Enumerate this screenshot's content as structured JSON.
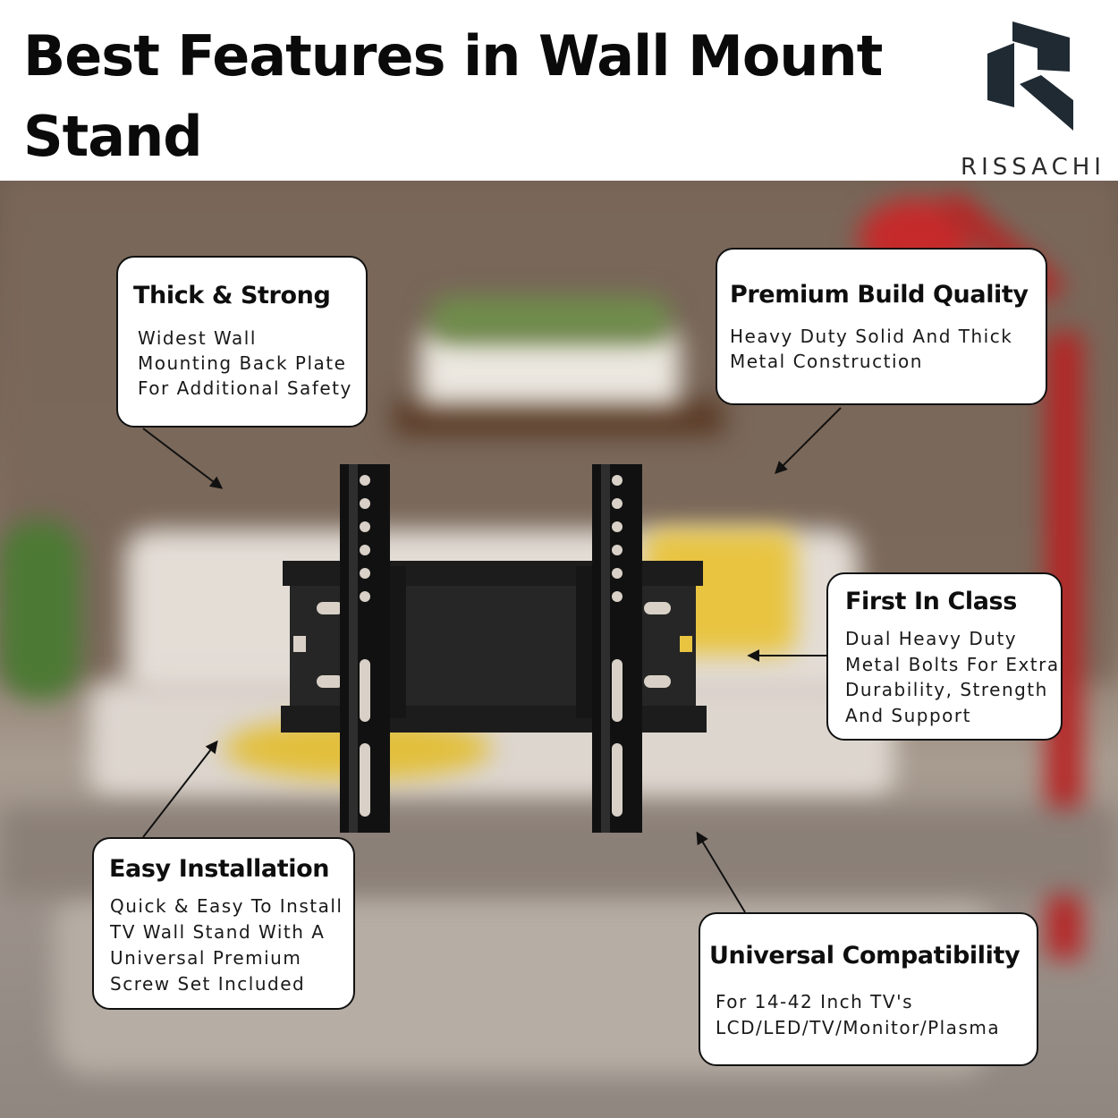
{
  "header": {
    "title_line1": "Best Features in Wall Mount",
    "title_line2": "Stand"
  },
  "brand": {
    "name": "RISSACHI",
    "logo_icon": "rissachi-logo-icon",
    "logo_color": "#1f2a33"
  },
  "product": {
    "icon": "tv-wall-mount-bracket",
    "color": "#1c1c1c"
  },
  "features": [
    {
      "title": "Thick & Strong",
      "lines": [
        "Widest Wall",
        "Mounting Back Plate",
        "For Additional Safety"
      ]
    },
    {
      "title": "Premium Build Quality",
      "lines": [
        "Heavy Duty Solid And Thick",
        "Metal Construction"
      ]
    },
    {
      "title": "First In Class",
      "lines": [
        "Dual Heavy Duty",
        "Metal Bolts For Extra",
        "Durability, Strength",
        "And Support"
      ]
    },
    {
      "title": "Easy Installation",
      "lines": [
        "Quick & Easy To Install",
        "TV Wall Stand With A",
        "Universal Premium",
        "Screw Set Included"
      ]
    },
    {
      "title": "Universal Compatibility",
      "lines": [
        "For 14-42 Inch  TV's",
        "LCD/LED/TV/Monitor/Plasma"
      ]
    }
  ],
  "colors": {
    "callout_bg": "#ffffff",
    "callout_border": "#111111",
    "accent_red": "#c62a2a",
    "accent_yellow": "#e8c441"
  }
}
